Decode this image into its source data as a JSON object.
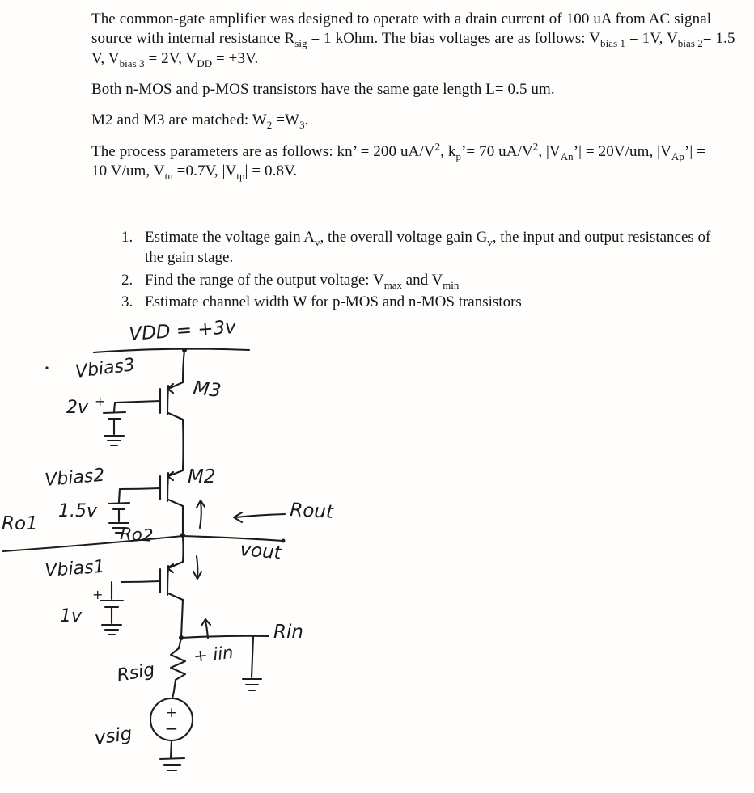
{
  "problem": {
    "para1": "The common-gate amplifier was designed to operate with a drain current of 100 uA from AC signal source with internal resistance R<sub>sig</sub> = 1 kOhm. The bias voltages are as follows: V<sub>bias 1</sub> = 1V, V<sub>bias 2</sub>= 1.5 V, V<sub>bias 3</sub> = 2V, V<sub>DD</sub> = +3V.",
    "para2": "Both n-MOS and p-MOS transistors have the same gate length L= 0.5 um.",
    "para3": "M2 and M3 are matched: W<sub>2</sub> =W<sub>3</sub>.",
    "para4": "The process parameters are as follows: kn’ = 200 uA/V<sup>2</sup>, k<sub>p</sub>’= 70 uA/V<sup>2</sup>, |V<sub>An</sub>’| = 20V/um, |V<sub>Ap</sub>’| = 10 V/um, V<sub>tn</sub> =0.7V, |V<sub>tp</sub>| = 0.8V."
  },
  "tasks": {
    "items": [
      {
        "number": "1.",
        "html": "Estimate the voltage gain A<sub>v</sub>, the overall voltage gain G<sub>v</sub>, the input and output resistances of the gain stage."
      },
      {
        "number": "2.",
        "html": "Find the range of the output voltage: V<sub>max</sub> and V<sub>min</sub>"
      },
      {
        "number": "3.",
        "html": "Estimate channel width W for  p-MOS and n-MOS transistors"
      }
    ]
  },
  "schematic": {
    "vdd": "VDD = +3v",
    "vbias3": "Vbias3",
    "vbias3_value": "2v",
    "m3": "M3",
    "vbias2": "Vbias2",
    "vbias2_value": "1.5v",
    "m2": "M2",
    "ro1": "Ro1",
    "ro2": "Ro2",
    "rout": "Rout",
    "vout": "vout",
    "vbias1": "Vbias1",
    "vbias1_value": "1v",
    "rin": "Rin",
    "iin": "+ iin",
    "rsig": "Rsig",
    "vsig": "vsig",
    "plus": "+",
    "minus": "−",
    "ink_color": "#1c1c1c"
  }
}
